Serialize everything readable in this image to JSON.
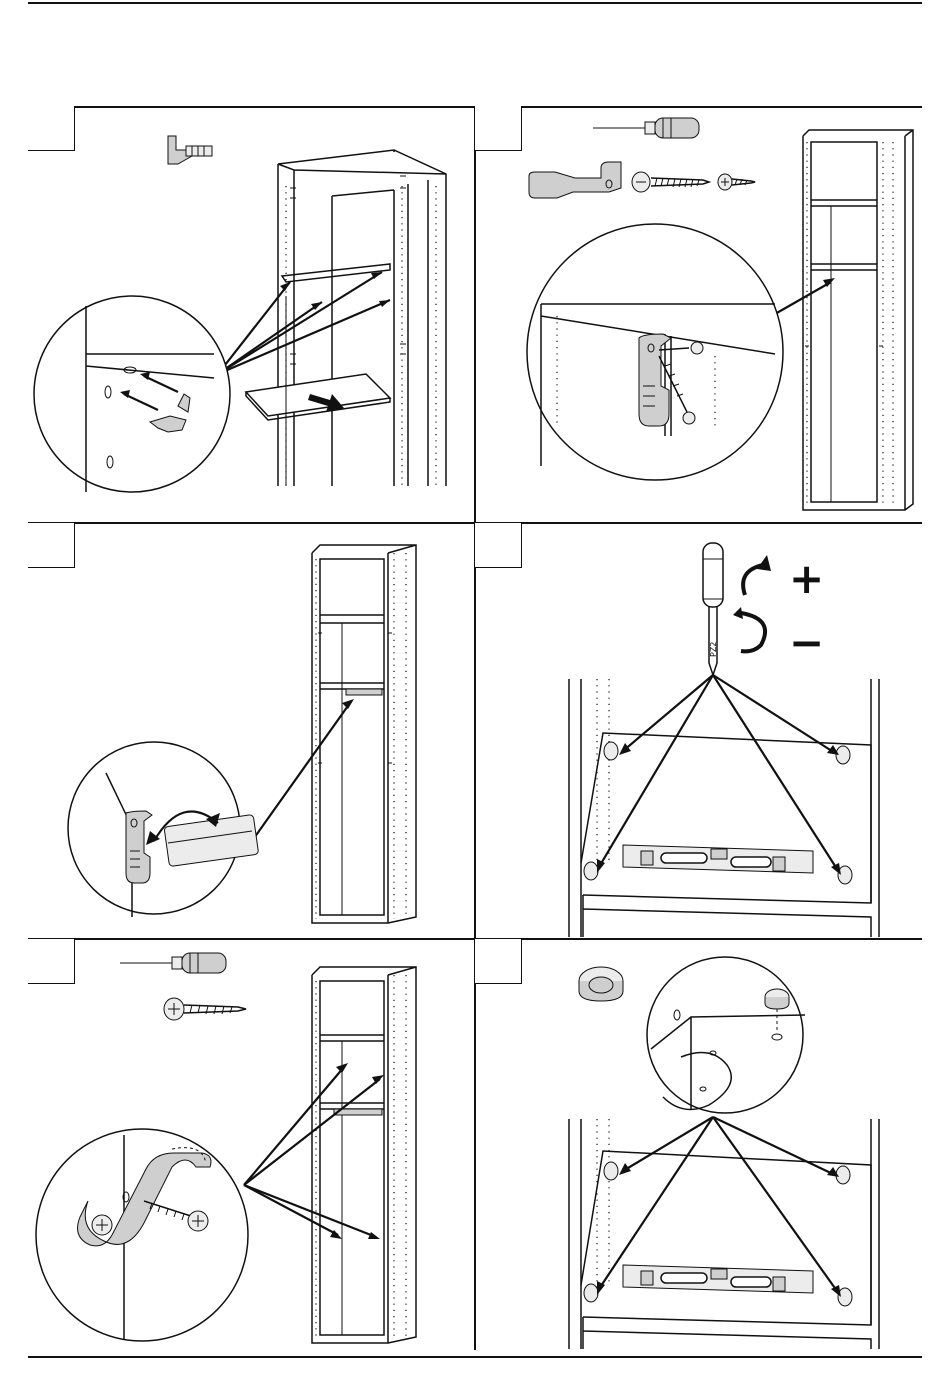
{
  "steps": [
    {
      "id": 1,
      "number": "",
      "parts": [
        "shelf-support-pin"
      ]
    },
    {
      "id": 2,
      "number": "",
      "parts": [
        "screwdriver",
        "rail-bracket",
        "long-screw",
        "short-screw"
      ]
    },
    {
      "id": 3,
      "number": "",
      "parts": []
    },
    {
      "id": 4,
      "number": "",
      "parts": [
        "pz2-screwdriver"
      ],
      "tool_label": "PZ2",
      "rotate_plus": "+",
      "rotate_minus": "−"
    },
    {
      "id": 5,
      "number": "",
      "parts": [
        "screwdriver",
        "screw"
      ]
    },
    {
      "id": 6,
      "number": "",
      "parts": [
        "cover-cap"
      ]
    }
  ],
  "tool_label": "PZ2",
  "plus_sign": "+",
  "minus_sign": "−"
}
